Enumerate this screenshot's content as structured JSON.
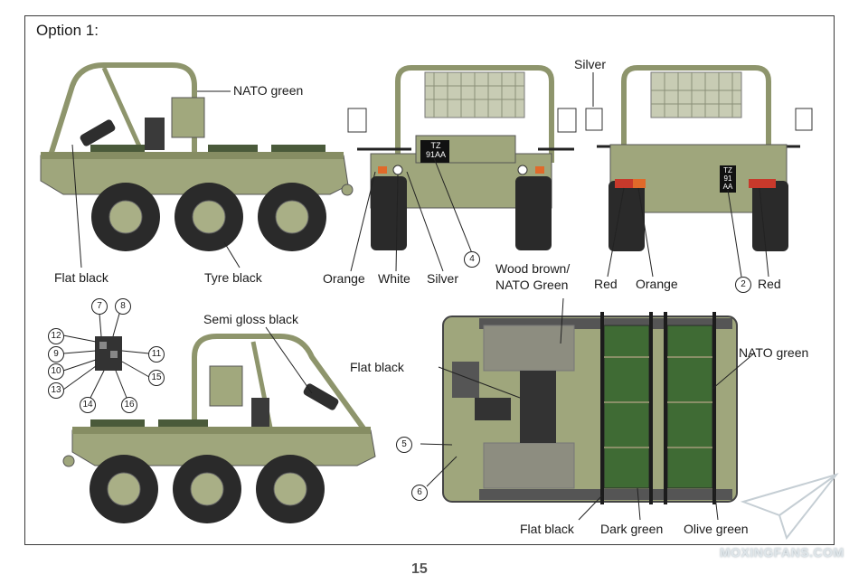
{
  "page": {
    "title": "Option 1:",
    "page_number": "15",
    "watermark": "MOXINGFANS.COM"
  },
  "colors": {
    "olive": "#9fa67c",
    "olive_dark": "#7d845b",
    "tyre": "#2a2a2a",
    "hub": "#a9af86",
    "nato_green": "#3f6b34"
  },
  "labels": {
    "nato_green_top": "NATO green",
    "flat_black_left": "Flat black",
    "tyre_black": "Tyre black",
    "orange_front": "Orange",
    "white_front": "White",
    "silver_front": "Silver",
    "silver_rear": "Silver",
    "red_left": "Red",
    "orange_rear": "Orange",
    "red_right": "Red",
    "wood_brown": "Wood brown/",
    "nato_green_wood": "NATO Green",
    "semi_gloss_black": "Semi gloss black",
    "flat_black_top": "Flat black",
    "nato_green_right": "NATO green",
    "flat_black_bottom": "Flat black",
    "dark_green": "Dark green",
    "olive_green": "Olive green"
  },
  "plates": {
    "front_line1": "TZ",
    "front_line2": "91AA",
    "rear_line1": "TZ",
    "rear_line2": "91",
    "rear_line3": "AA"
  },
  "callouts": {
    "c2": "2",
    "c4": "4",
    "c5": "5",
    "c6": "6",
    "c7": "7",
    "c8": "8",
    "c9": "9",
    "c10": "10",
    "c11": "11",
    "c12": "12",
    "c13": "13",
    "c14": "14",
    "c15": "15",
    "c16": "16"
  }
}
